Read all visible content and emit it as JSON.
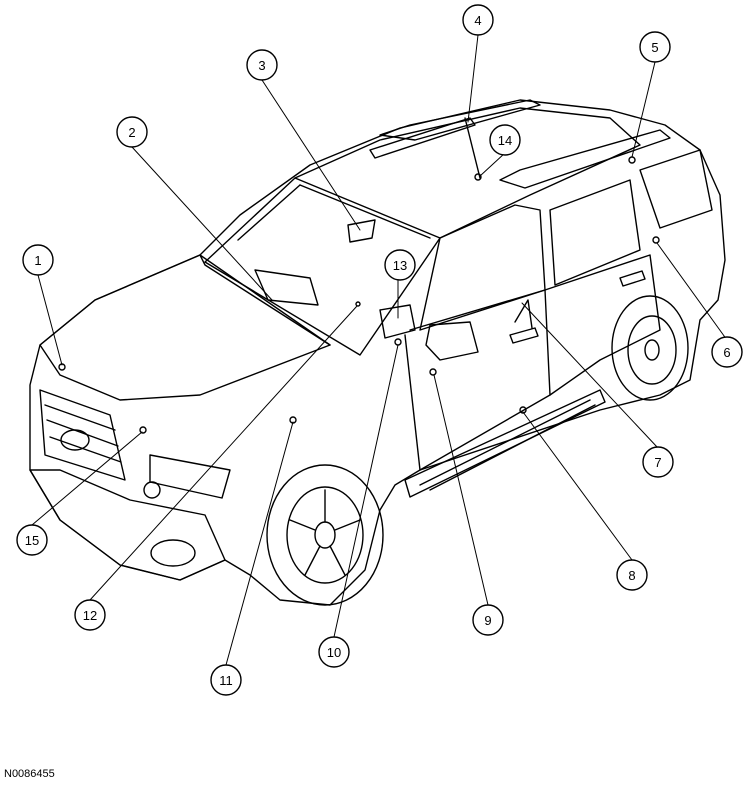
{
  "figure_id": "N0086455",
  "callouts": [
    "1",
    "2",
    "3",
    "4",
    "5",
    "6",
    "7",
    "8",
    "9",
    "10",
    "11",
    "12",
    "13",
    "14",
    "15"
  ]
}
